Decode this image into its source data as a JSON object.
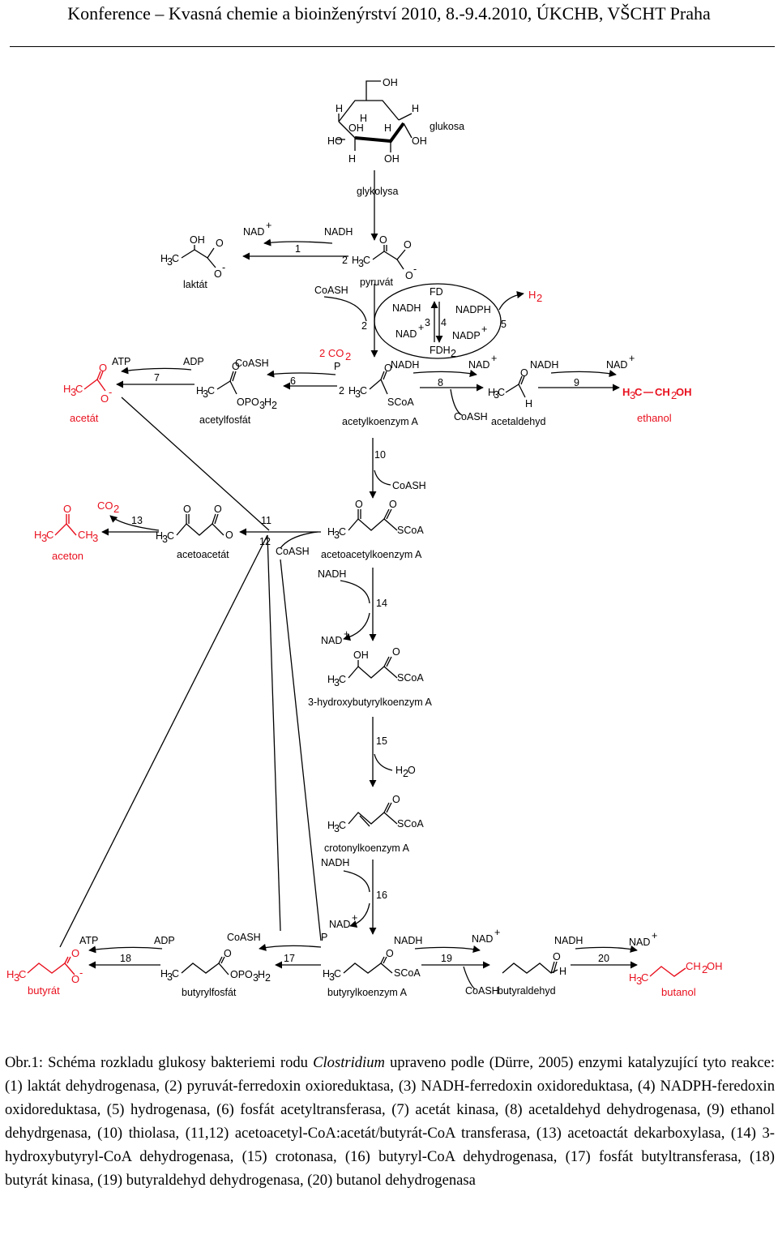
{
  "header": {
    "title": "Konference – Kvasná chemie a bioinženýrství 2010, 8.-9.4.2010, ÚKCHB, VŠCHT Praha"
  },
  "scheme": {
    "compounds": {
      "glukosa": "glukosa",
      "glykolysa": "glykolysa",
      "laktat": "laktát",
      "pyruvat": "pyruvát",
      "acetat": "acetát",
      "acetylfosfat": "acetylfosfát",
      "acetylkoenzym_a": "acetylkoenzym A",
      "acetaldehyd": "acetaldehyd",
      "ethanol": "ethanol",
      "aceton": "aceton",
      "acetoacetat": "acetoacetát",
      "acetoacetylkoenzym_a": "acetoacetylkoenzym A",
      "hydroxybutyrylkoenzym_a": "3-hydroxybutyrylkoenzym A",
      "crotonylkoenzym_a": "crotonylkoenzym A",
      "butyrat": "butyrát",
      "butyrylfosfat": "butyrylfosfát",
      "butyrylkoenzym_a": "butyrylkoenzym A",
      "butyraldehyd": "butyraldehyd",
      "butanol": "butanol"
    },
    "cofactors": {
      "nad": "NAD",
      "nadh": "NADH",
      "nadp": "NADP",
      "nadph": "NADPH",
      "fd": "FD",
      "fdh": "FDH",
      "coash": "CoASH",
      "atp": "ATP",
      "adp": "ADP",
      "p": "P",
      "h2": "H",
      "h2o": "H",
      "co2": "CO",
      "two_co2": "2 CO",
      "two": "2",
      "plus": "+",
      "sub2": "2",
      "sub3": "3",
      "h": "H",
      "oh": "OH",
      "ho": "HO",
      "o": "O",
      "o_minus": "-",
      "scoa": "SCoA",
      "h3c": "H",
      "c": "C",
      "ch3": "CH",
      "ch2oh": "CH",
      "coh": "OH",
      "opo3h2": "OPO",
      "ch2": "CH"
    },
    "steps": [
      "1",
      "2",
      "3",
      "4",
      "5",
      "6",
      "7",
      "8",
      "9",
      "10",
      "11",
      "12",
      "13",
      "14",
      "15",
      "16",
      "17",
      "18",
      "19",
      "20"
    ],
    "colors": {
      "product": "#e8101e",
      "line": "#000000"
    }
  },
  "caption": {
    "prefix": "Obr.1: Schéma rozkladu glukosy bakteriemi rodu ",
    "genus": "Clostridium",
    "rest": " upraveno podle (Dürre, 2005) enzymi katalyzující tyto reakce: (1) laktát dehydrogenasa, (2) pyruvát-ferredoxin oxioreduktasa, (3) NADH-ferredoxin oxidoreduktasa, (4) NADPH-feredoxin oxidoreduktasa, (5) hydrogenasa, (6) fosfát acetyltransferasa, (7) acetát kinasa, (8) acetaldehyd dehydrogenasa, (9) ethanol dehydrgenasa, (10) thiolasa, (11,12) acetoacetyl-CoA:acetát/butyrát-CoA transferasa, (13) acetoactát dekarboxylasa, (14) 3-hydroxybutyryl-CoA dehydrogenasa, (15) crotonasa, (16) butyryl-CoA dehydrogenasa, (17) fosfát butyltransferasa, (18) butyrát kinasa, (19) butyraldehyd dehydrogenasa, (20) butanol dehydrogenasa"
  }
}
